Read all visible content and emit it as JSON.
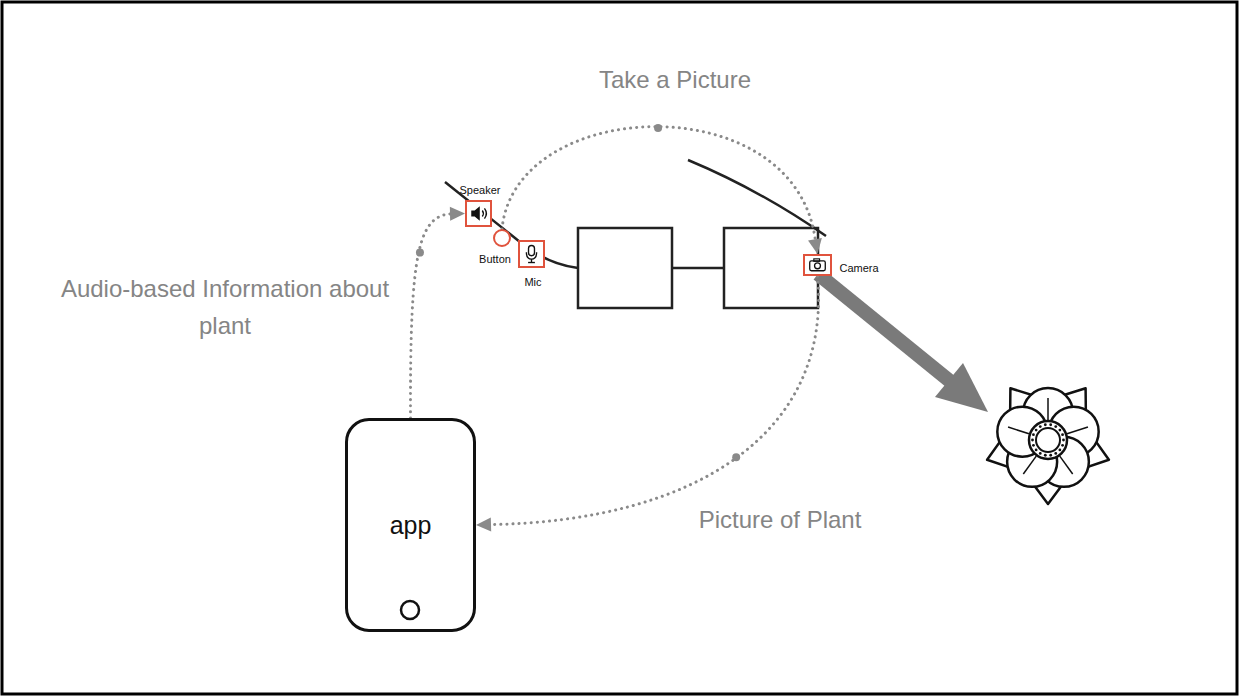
{
  "diagram": {
    "nodes": [
      {
        "text": [
          "Speaker"
        ]
      },
      {
        "text": [
          "Button"
        ]
      },
      {
        "text": [
          "Mic"
        ]
      },
      {
        "text": [
          "Camera"
        ]
      },
      {
        "text": [
          "app"
        ]
      }
    ],
    "edges": [
      {
        "from": 1,
        "to": 3,
        "arrow": "to",
        "label": "Take a Picture"
      },
      {
        "from": 3,
        "to": 4,
        "arrow": "to",
        "label": "Picture of Plant"
      },
      {
        "from": 4,
        "to": 0,
        "arrow": "to",
        "label": "Audio-based Information about plant"
      }
    ]
  }
}
